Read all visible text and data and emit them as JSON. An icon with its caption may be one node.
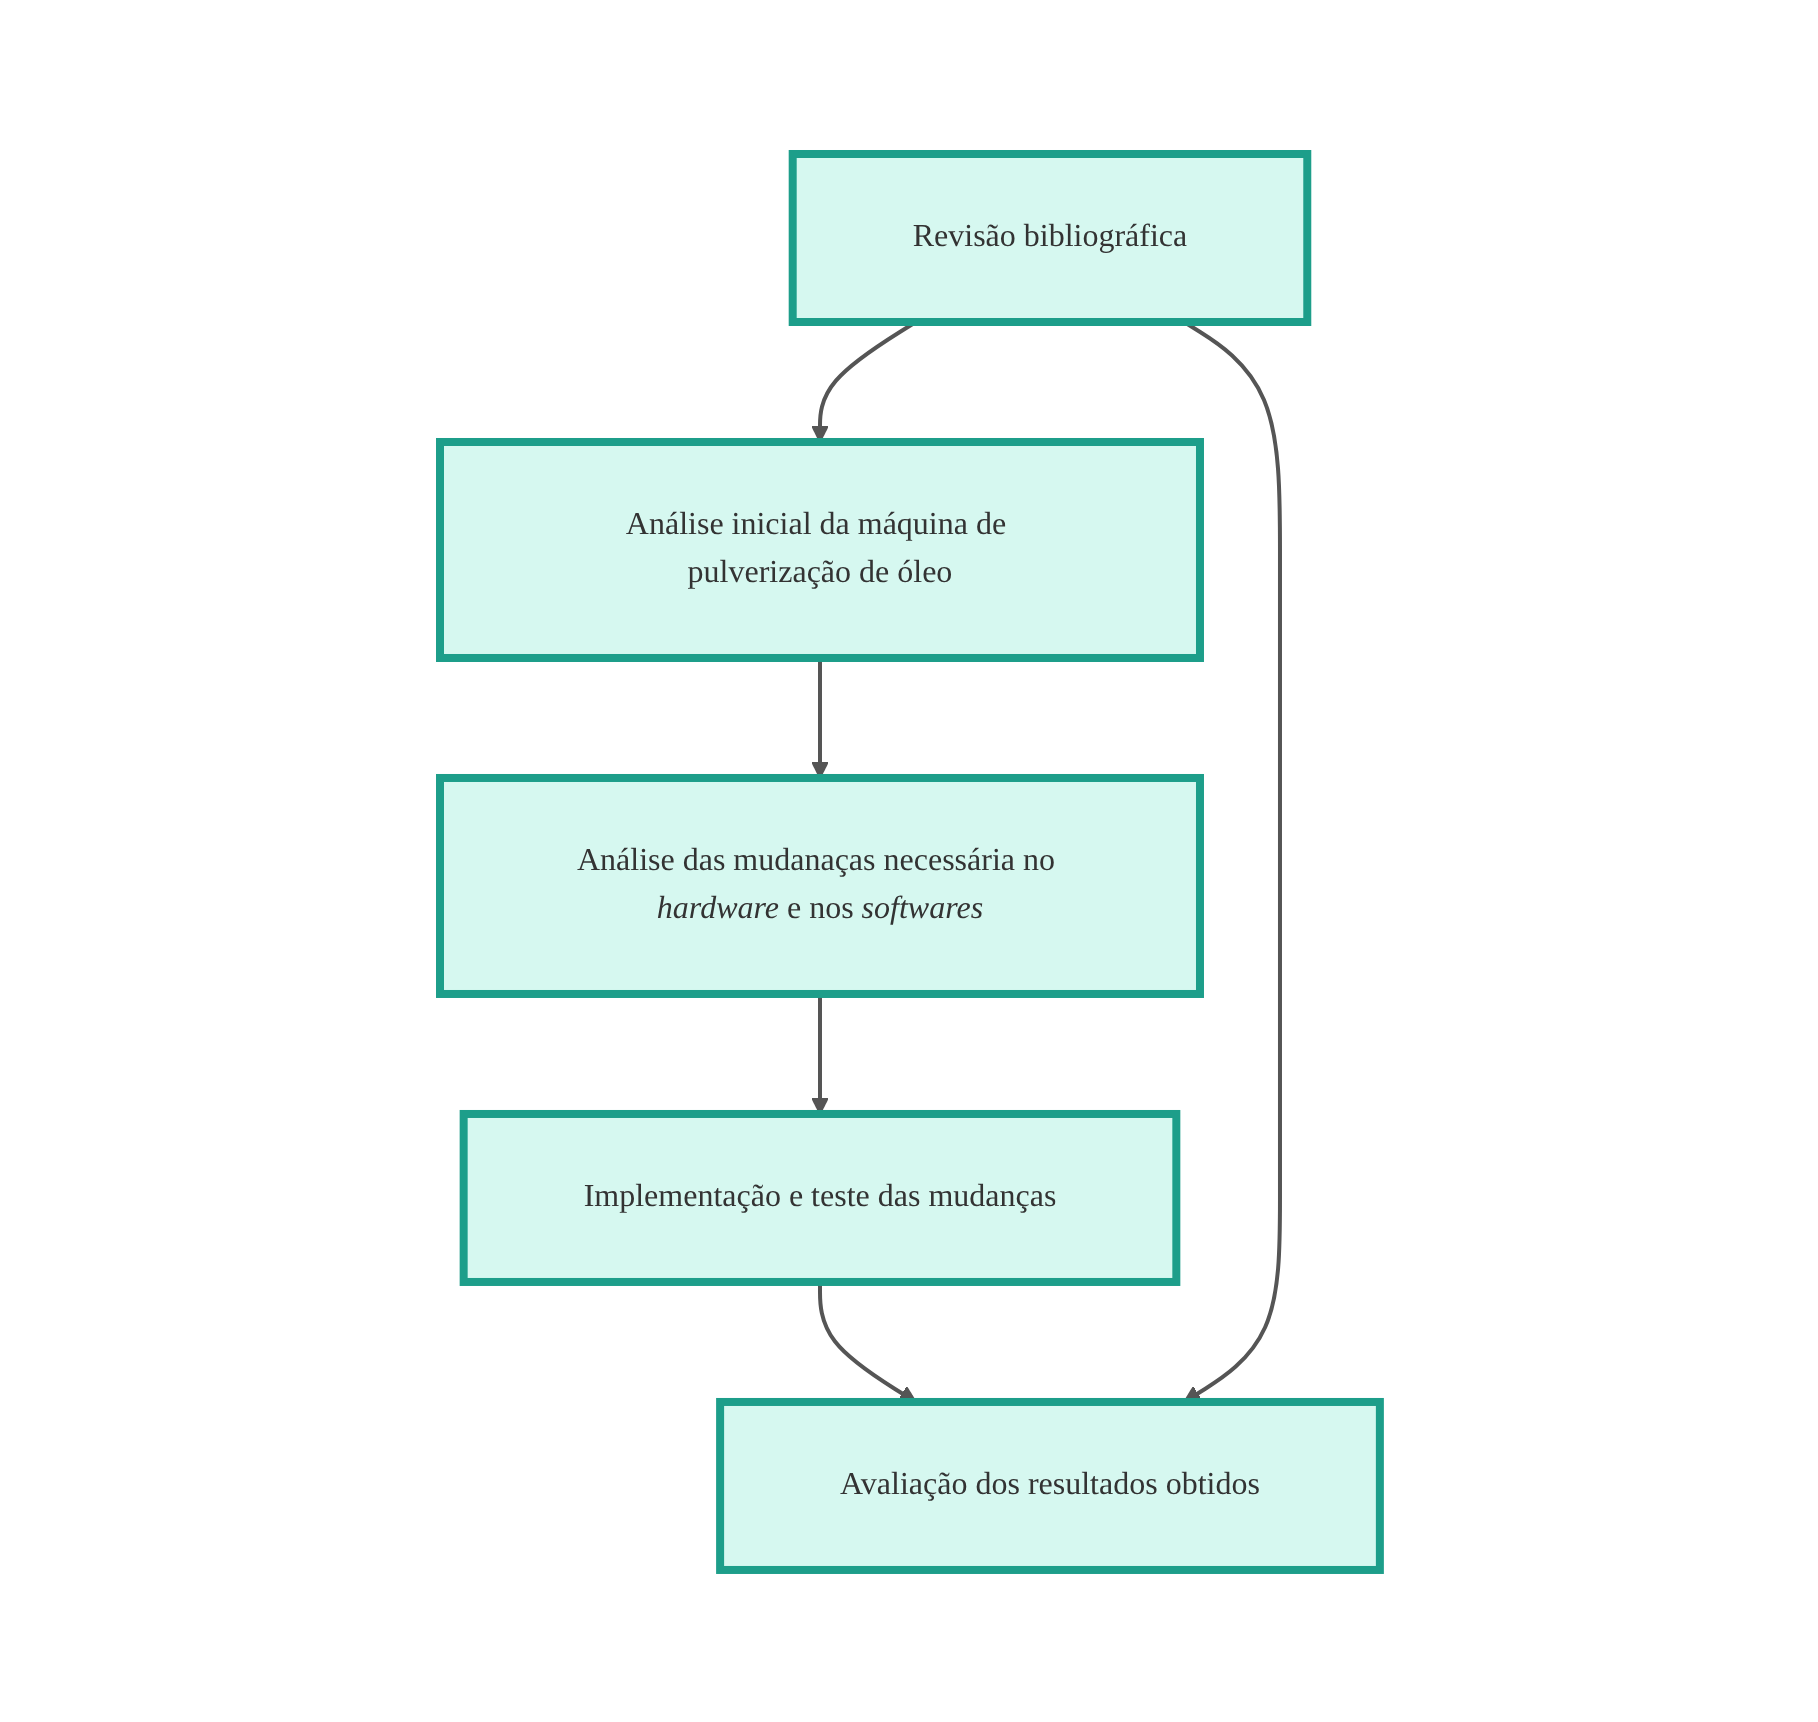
{
  "diagram": {
    "nodes": [
      {
        "text": [
          "Revisão bibliográfica"
        ]
      },
      {
        "text": [
          "Análise inicial da máquina de pulverização de óleo"
        ]
      },
      {
        "text": [
          "Análise das mudanaças necessária no *hardware* e nos *softwares*"
        ]
      },
      {
        "text": [
          "Implementação e teste das mudanças"
        ]
      },
      {
        "text": [
          "Avaliação dos resultados obtidos"
        ]
      }
    ],
    "edges": [
      {
        "from": 0,
        "to": 1,
        "arrow": "to"
      },
      {
        "from": 1,
        "to": 2,
        "arrow": "to"
      },
      {
        "from": 2,
        "to": 3,
        "arrow": "to"
      },
      {
        "from": 3,
        "to": 4,
        "arrow": "to"
      },
      {
        "from": 0,
        "to": 4,
        "arrow": "to"
      }
    ]
  }
}
